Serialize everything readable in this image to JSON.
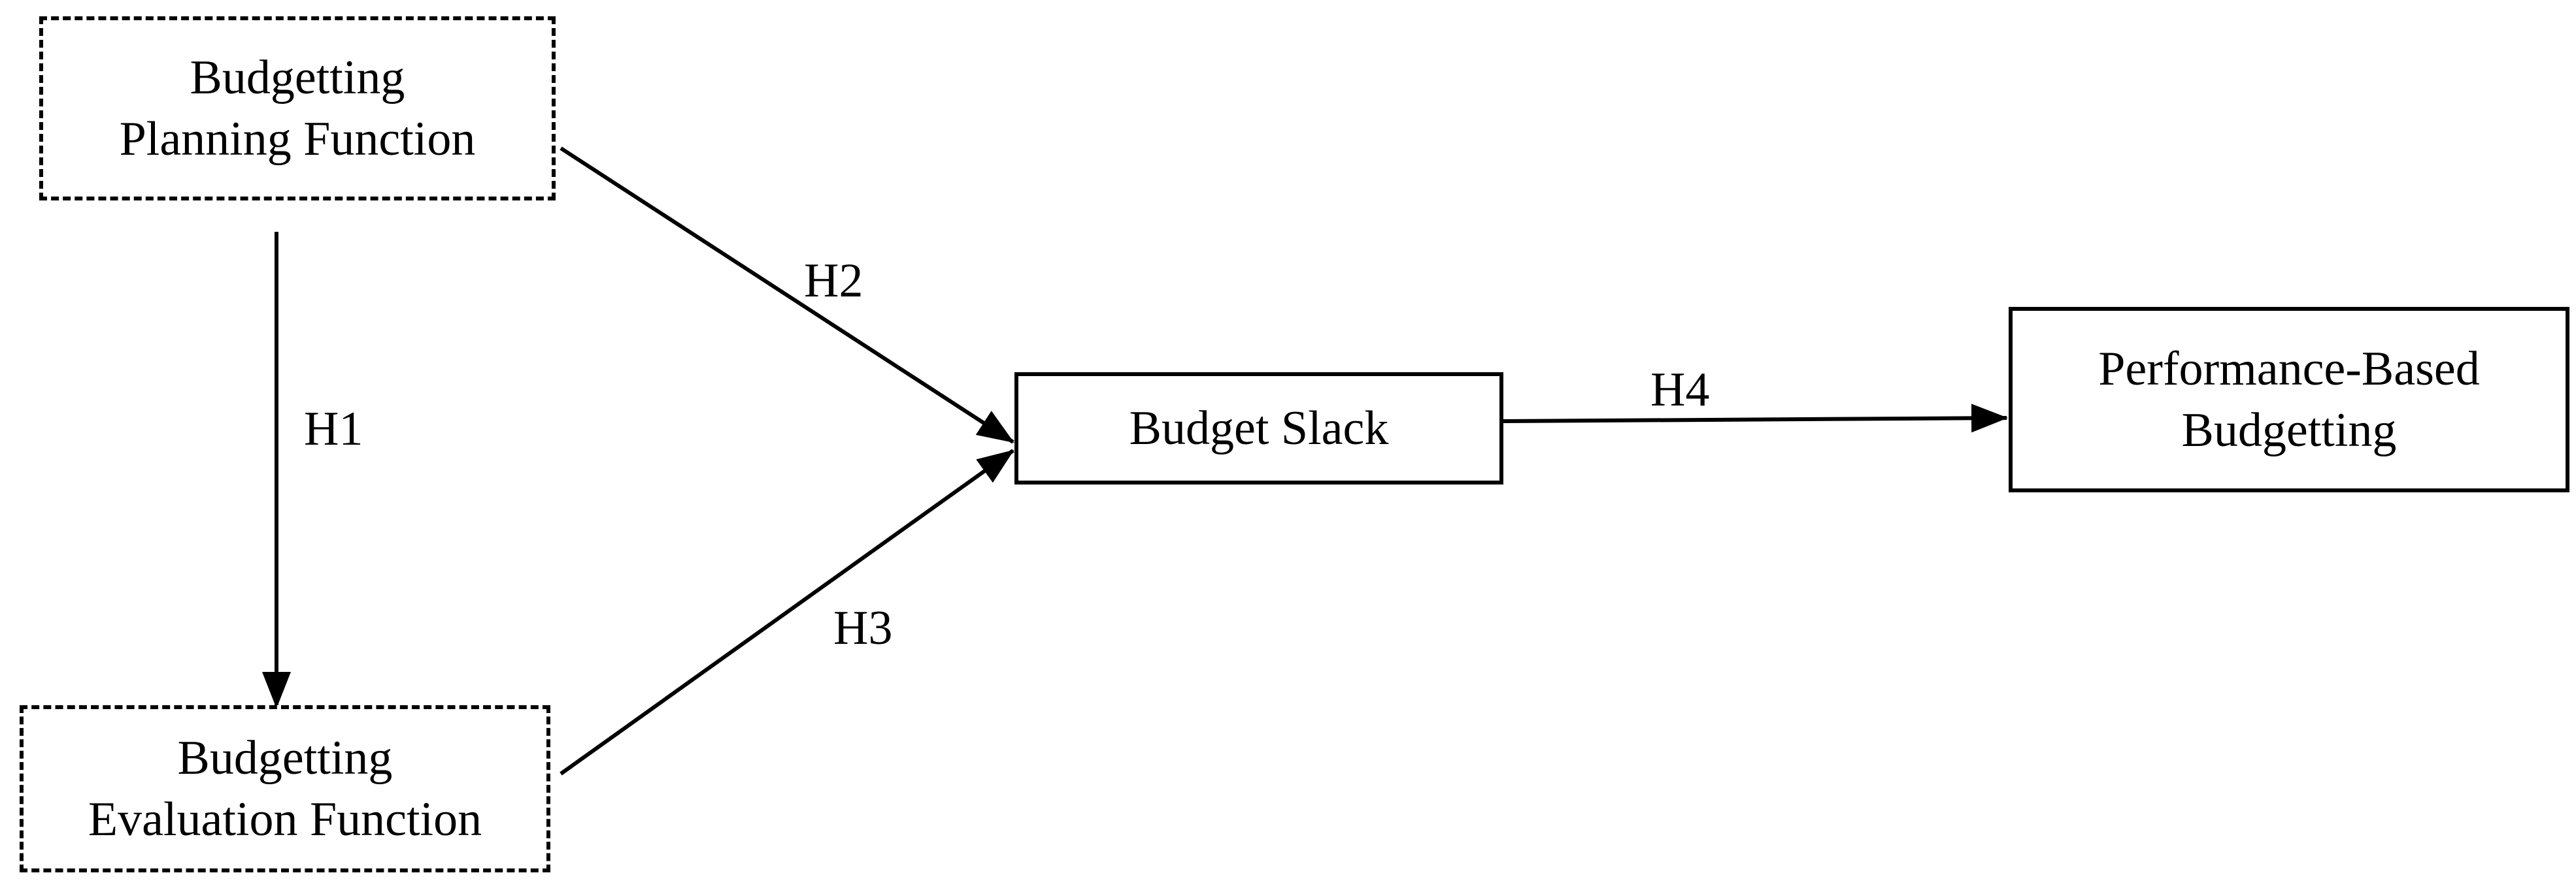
{
  "nodes": {
    "planning": {
      "lines": [
        "Budgetting",
        "Planning Function"
      ],
      "border": "dashed"
    },
    "evaluation": {
      "lines": [
        "Budgetting",
        "Evaluation Function"
      ],
      "border": "dashed"
    },
    "slack": {
      "lines": [
        "Budget Slack"
      ],
      "border": "solid"
    },
    "performance": {
      "lines": [
        "Performance-Based",
        "Budgetting"
      ],
      "border": "solid"
    }
  },
  "edges": [
    {
      "label": "H1",
      "from": "Budgetting Planning Function",
      "to": "Budgetting Evaluation Function"
    },
    {
      "label": "H2",
      "from": "Budgetting Planning Function",
      "to": "Budget Slack"
    },
    {
      "label": "H3",
      "from": "Budgetting Evaluation Function",
      "to": "Budget Slack"
    },
    {
      "label": "H4",
      "from": "Budget Slack",
      "to": "Performance-Based Budgetting"
    }
  ],
  "colors": {
    "stroke": "#000000",
    "background": "#ffffff"
  }
}
